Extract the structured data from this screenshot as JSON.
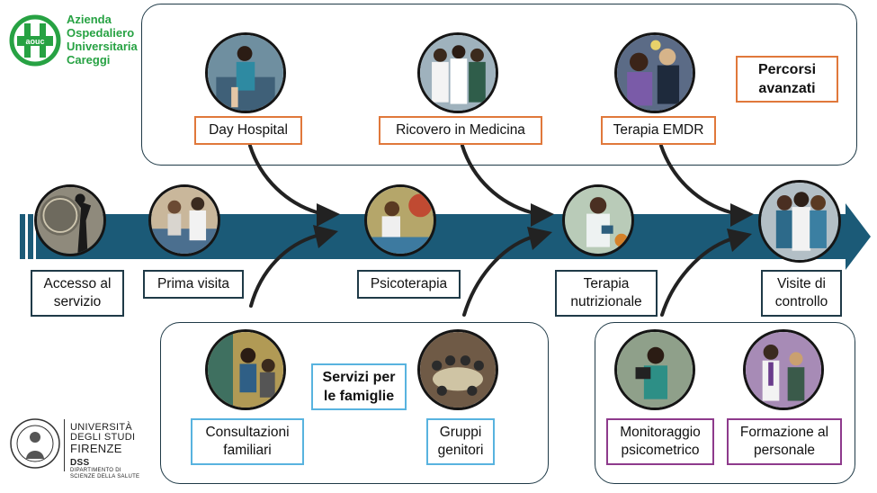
{
  "logo": {
    "mark": "aouc",
    "lines": [
      "Azienda",
      "Ospedaliero",
      "Universitaria",
      "Careggi"
    ]
  },
  "university": {
    "lines": [
      "UNIVERSITÀ",
      "DEGLI STUDI",
      "FIRENZE"
    ],
    "dept_code": "DSS",
    "dept_lines": [
      "DIPARTIMENTO DI",
      "SCIENZE DELLA SALUTE"
    ]
  },
  "advanced": {
    "title": "Percorsi\navanzati",
    "items": [
      "Day Hospital",
      "Ricovero in Medicina",
      "Terapia EMDR"
    ]
  },
  "pathway": {
    "steps": [
      "Accesso al\nservizio",
      "Prima visita",
      "Psicoterapia",
      "Terapia\nnutrizionale",
      "Visite di\ncontrollo"
    ]
  },
  "family": {
    "title": "Servizi per\nle famiglie",
    "items": [
      "Consultazioni\nfamiliari",
      "Gruppi\ngenitori"
    ]
  },
  "monitoring": {
    "items": [
      "Monitoraggio\npsicometrico",
      "Formazione al\npersonale"
    ]
  },
  "colors": {
    "arrow": "#1b5a77",
    "panel_border": "#1f3a47",
    "advanced_border": "#e0783b",
    "family_border": "#58b3df",
    "monitoring_border": "#8e3a8c",
    "logo_green": "#27a243"
  }
}
